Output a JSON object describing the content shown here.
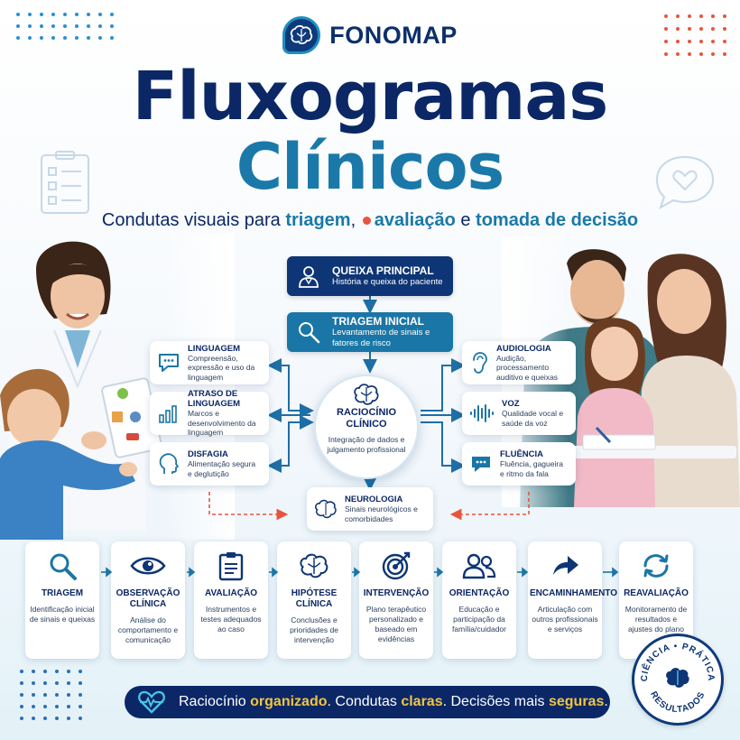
{
  "brand": {
    "name": "FONOMAP"
  },
  "title": {
    "line1": "Fluxogramas",
    "line2": "Clínicos"
  },
  "subtitle": {
    "prefix": "Condutas visuais para ",
    "w1": "triagem",
    "sep": ", ",
    "w2": "avaliação",
    "mid": " e ",
    "w3": "tomada de decisão"
  },
  "flow": {
    "top1": {
      "title": "QUEIXA PRINCIPAL",
      "desc": "História e queixa do paciente"
    },
    "top2": {
      "title": "TRIAGEM INICIAL",
      "desc": "Levantamento de sinais e fatores de risco"
    },
    "center": {
      "title": "RACIOCÍNIO CLÍNICO",
      "desc": "Integração de dados e julgamento profissional"
    },
    "left": [
      {
        "title": "LINGUAGEM",
        "desc": "Compreensão, expressão e uso da linguagem"
      },
      {
        "title": "ATRASO DE LINGUAGEM",
        "desc": "Marcos e desenvolvimento da linguagem"
      },
      {
        "title": "DISFAGIA",
        "desc": "Alimentação segura e deglutição"
      }
    ],
    "right": [
      {
        "title": "AUDIOLOGIA",
        "desc": "Audição, processamento auditivo e queixas"
      },
      {
        "title": "VOZ",
        "desc": "Qualidade vocal e saúde da voz"
      },
      {
        "title": "FLUÊNCIA",
        "desc": "Fluência, gagueira e ritmo da fala"
      }
    ],
    "bottom": {
      "title": "NEUROLOGIA",
      "desc": "Sinais neurológicos e comorbidades"
    }
  },
  "steps": [
    {
      "title": "TRIAGEM",
      "desc": "Identificação inicial de sinais e queixas",
      "icon": "search-icon"
    },
    {
      "title": "OBSERVAÇÃO CLÍNICA",
      "desc": "Análise do comportamento e comunicação",
      "icon": "eye-icon"
    },
    {
      "title": "AVALIAÇÃO",
      "desc": "Instrumentos e testes adequados ao caso",
      "icon": "clipboard-icon"
    },
    {
      "title": "HIPÓTESE CLÍNICA",
      "desc": "Conclusões e prioridades de intervenção",
      "icon": "brain-icon"
    },
    {
      "title": "INTERVENÇÃO",
      "desc": "Plano terapêutico personalizado e baseado em evidências",
      "icon": "target-icon"
    },
    {
      "title": "ORIENTAÇÃO",
      "desc": "Educação e participação da família/cuidador",
      "icon": "people-icon"
    },
    {
      "title": "ENCAMINHAMENTO",
      "desc": "Articulação com outros profissionais e serviços",
      "icon": "forward-arrow-icon"
    },
    {
      "title": "REAVALIAÇÃO",
      "desc": "Monitoramento de resultados e ajustes do plano",
      "icon": "refresh-icon"
    }
  ],
  "banner": {
    "p1": "Raciocínio ",
    "w1": "organizado",
    "p2": ". Condutas ",
    "w2": "claras",
    "p3": ". Decisões mais ",
    "w3": "seguras",
    "p4": "."
  },
  "seal": {
    "top": "CIÊNCIA • PRÁTICA",
    "bottom": "RESULTADOS"
  },
  "colors": {
    "navy": "#0b2766",
    "teal": "#1a79a8",
    "accent": "#e8553e",
    "yellow": "#f1c542"
  }
}
